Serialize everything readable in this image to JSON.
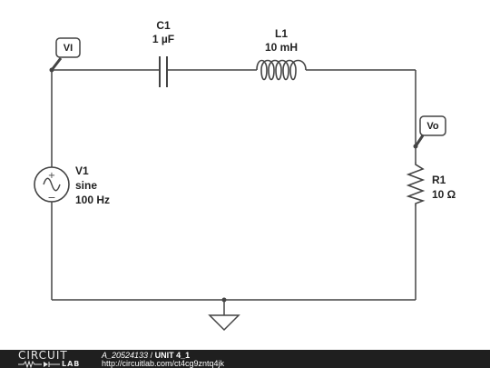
{
  "components": {
    "c1": {
      "name": "C1",
      "value": "1 µF"
    },
    "l1": {
      "name": "L1",
      "value": "10 mH"
    },
    "r1": {
      "name": "R1",
      "value": "10 Ω"
    },
    "v1": {
      "name": "V1",
      "type": "sine",
      "freq": "100 Hz"
    }
  },
  "probes": {
    "vi": "VI",
    "vo": "Vo"
  },
  "footer": {
    "logo_top": "CIRCUIT",
    "logo_bottom": "LAB",
    "user": "A_20524133",
    "separator": " / ",
    "title": "UNIT 4_1",
    "url": "http://circuitlab.com/ct4cg9zntq4jk"
  }
}
